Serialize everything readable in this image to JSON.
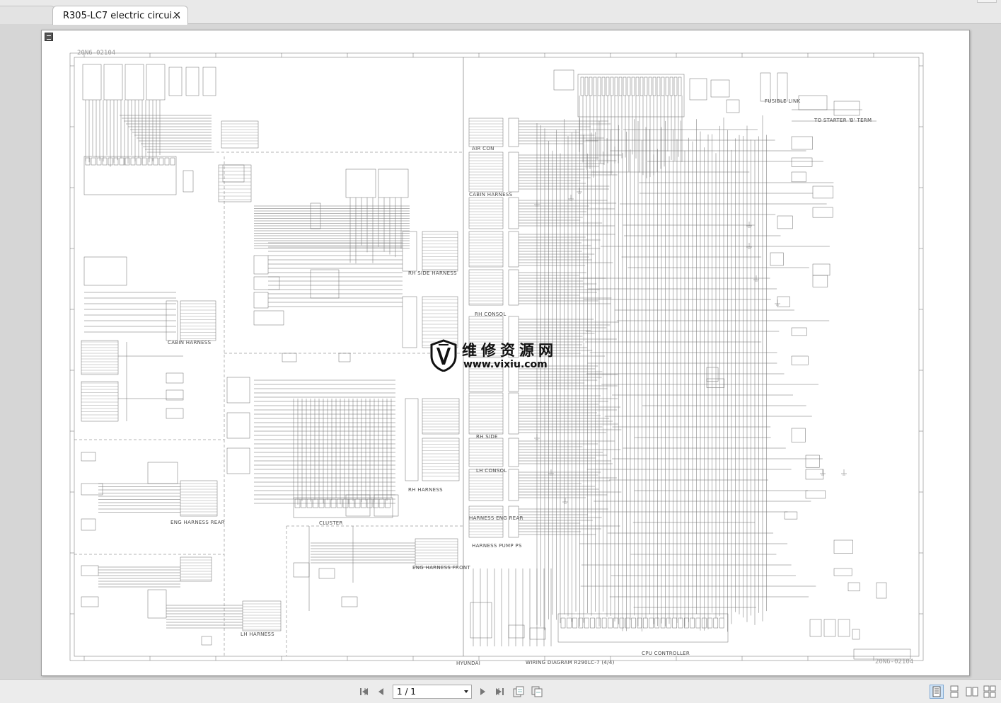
{
  "tabs": [
    {
      "label": "R305-LC7 electric circui...",
      "active": true
    }
  ],
  "tab_close_icon": "close-icon",
  "document": {
    "sheet_number_top": "20N6-02104",
    "sheet_number_bottom": "20N6-02104",
    "harness_labels": [
      "CABIN HARNESS",
      "RH SIDE HARNESS",
      "RH HARNESS",
      "ENG HARNESS REAR",
      "ENG HARNESS FRONT",
      "LH HARNESS",
      "AIR CON",
      "CABIN HARNESS",
      "RH CONSOL",
      "RH SIDE",
      "LH CONSOL",
      "HARNESS ENG REAR",
      "HARNESS PUMP PS",
      "FUSIBLE LINK",
      "TO STARTER 'B' TERM",
      "HYUNDAI",
      "CPU CONTROLLER",
      "CLUSTER",
      "WIRING DIAGRAM R290LC-7 (4/4)"
    ]
  },
  "watermark": {
    "cn_text": "维修资源网",
    "url": "www.vixiu.com"
  },
  "toolbar": {
    "page_display": "1 / 1",
    "buttons": [
      {
        "name": "first-page-button",
        "icon": "first-page-icon"
      },
      {
        "name": "previous-page-button",
        "icon": "previous-page-icon"
      },
      {
        "name": "next-page-button",
        "icon": "next-page-icon"
      },
      {
        "name": "last-page-button",
        "icon": "last-page-icon"
      },
      {
        "name": "fit-page-button",
        "icon": "fit-page-icon"
      },
      {
        "name": "fit-width-button",
        "icon": "fit-width-icon"
      },
      {
        "name": "single-page-view-button",
        "icon": "single-page-icon"
      },
      {
        "name": "continuous-view-button",
        "icon": "continuous-icon"
      },
      {
        "name": "two-page-view-button",
        "icon": "two-page-icon"
      },
      {
        "name": "two-page-continuous-view-button",
        "icon": "two-page-continuous-icon"
      }
    ]
  },
  "colors": {
    "line": "#6a6a6a",
    "background": "#d6d6d6",
    "page": "#ffffff"
  }
}
